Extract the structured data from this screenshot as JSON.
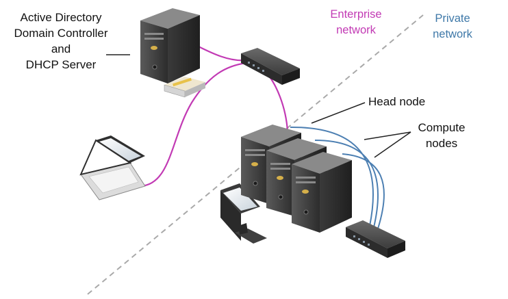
{
  "labels": {
    "ad_line1": "Active Directory",
    "ad_line2": "Domain Controller",
    "ad_line3": "and",
    "ad_line4": "DHCP Server",
    "enterprise_line1": "Enterprise",
    "enterprise_line2": "network",
    "private_line1": "Private",
    "private_line2": "network",
    "head_node": "Head node",
    "compute_line1": "Compute",
    "compute_line2": "nodes"
  },
  "colors": {
    "enterprise_link": "#c23ab4",
    "private_link": "#4c7fb2",
    "boundary": "#a9a9a9",
    "callout": "#222222",
    "server_body": "#3b3b3b"
  },
  "icons": [
    "server-tower-icon",
    "network-switch-icon",
    "laptop-icon",
    "monitor-icon"
  ]
}
